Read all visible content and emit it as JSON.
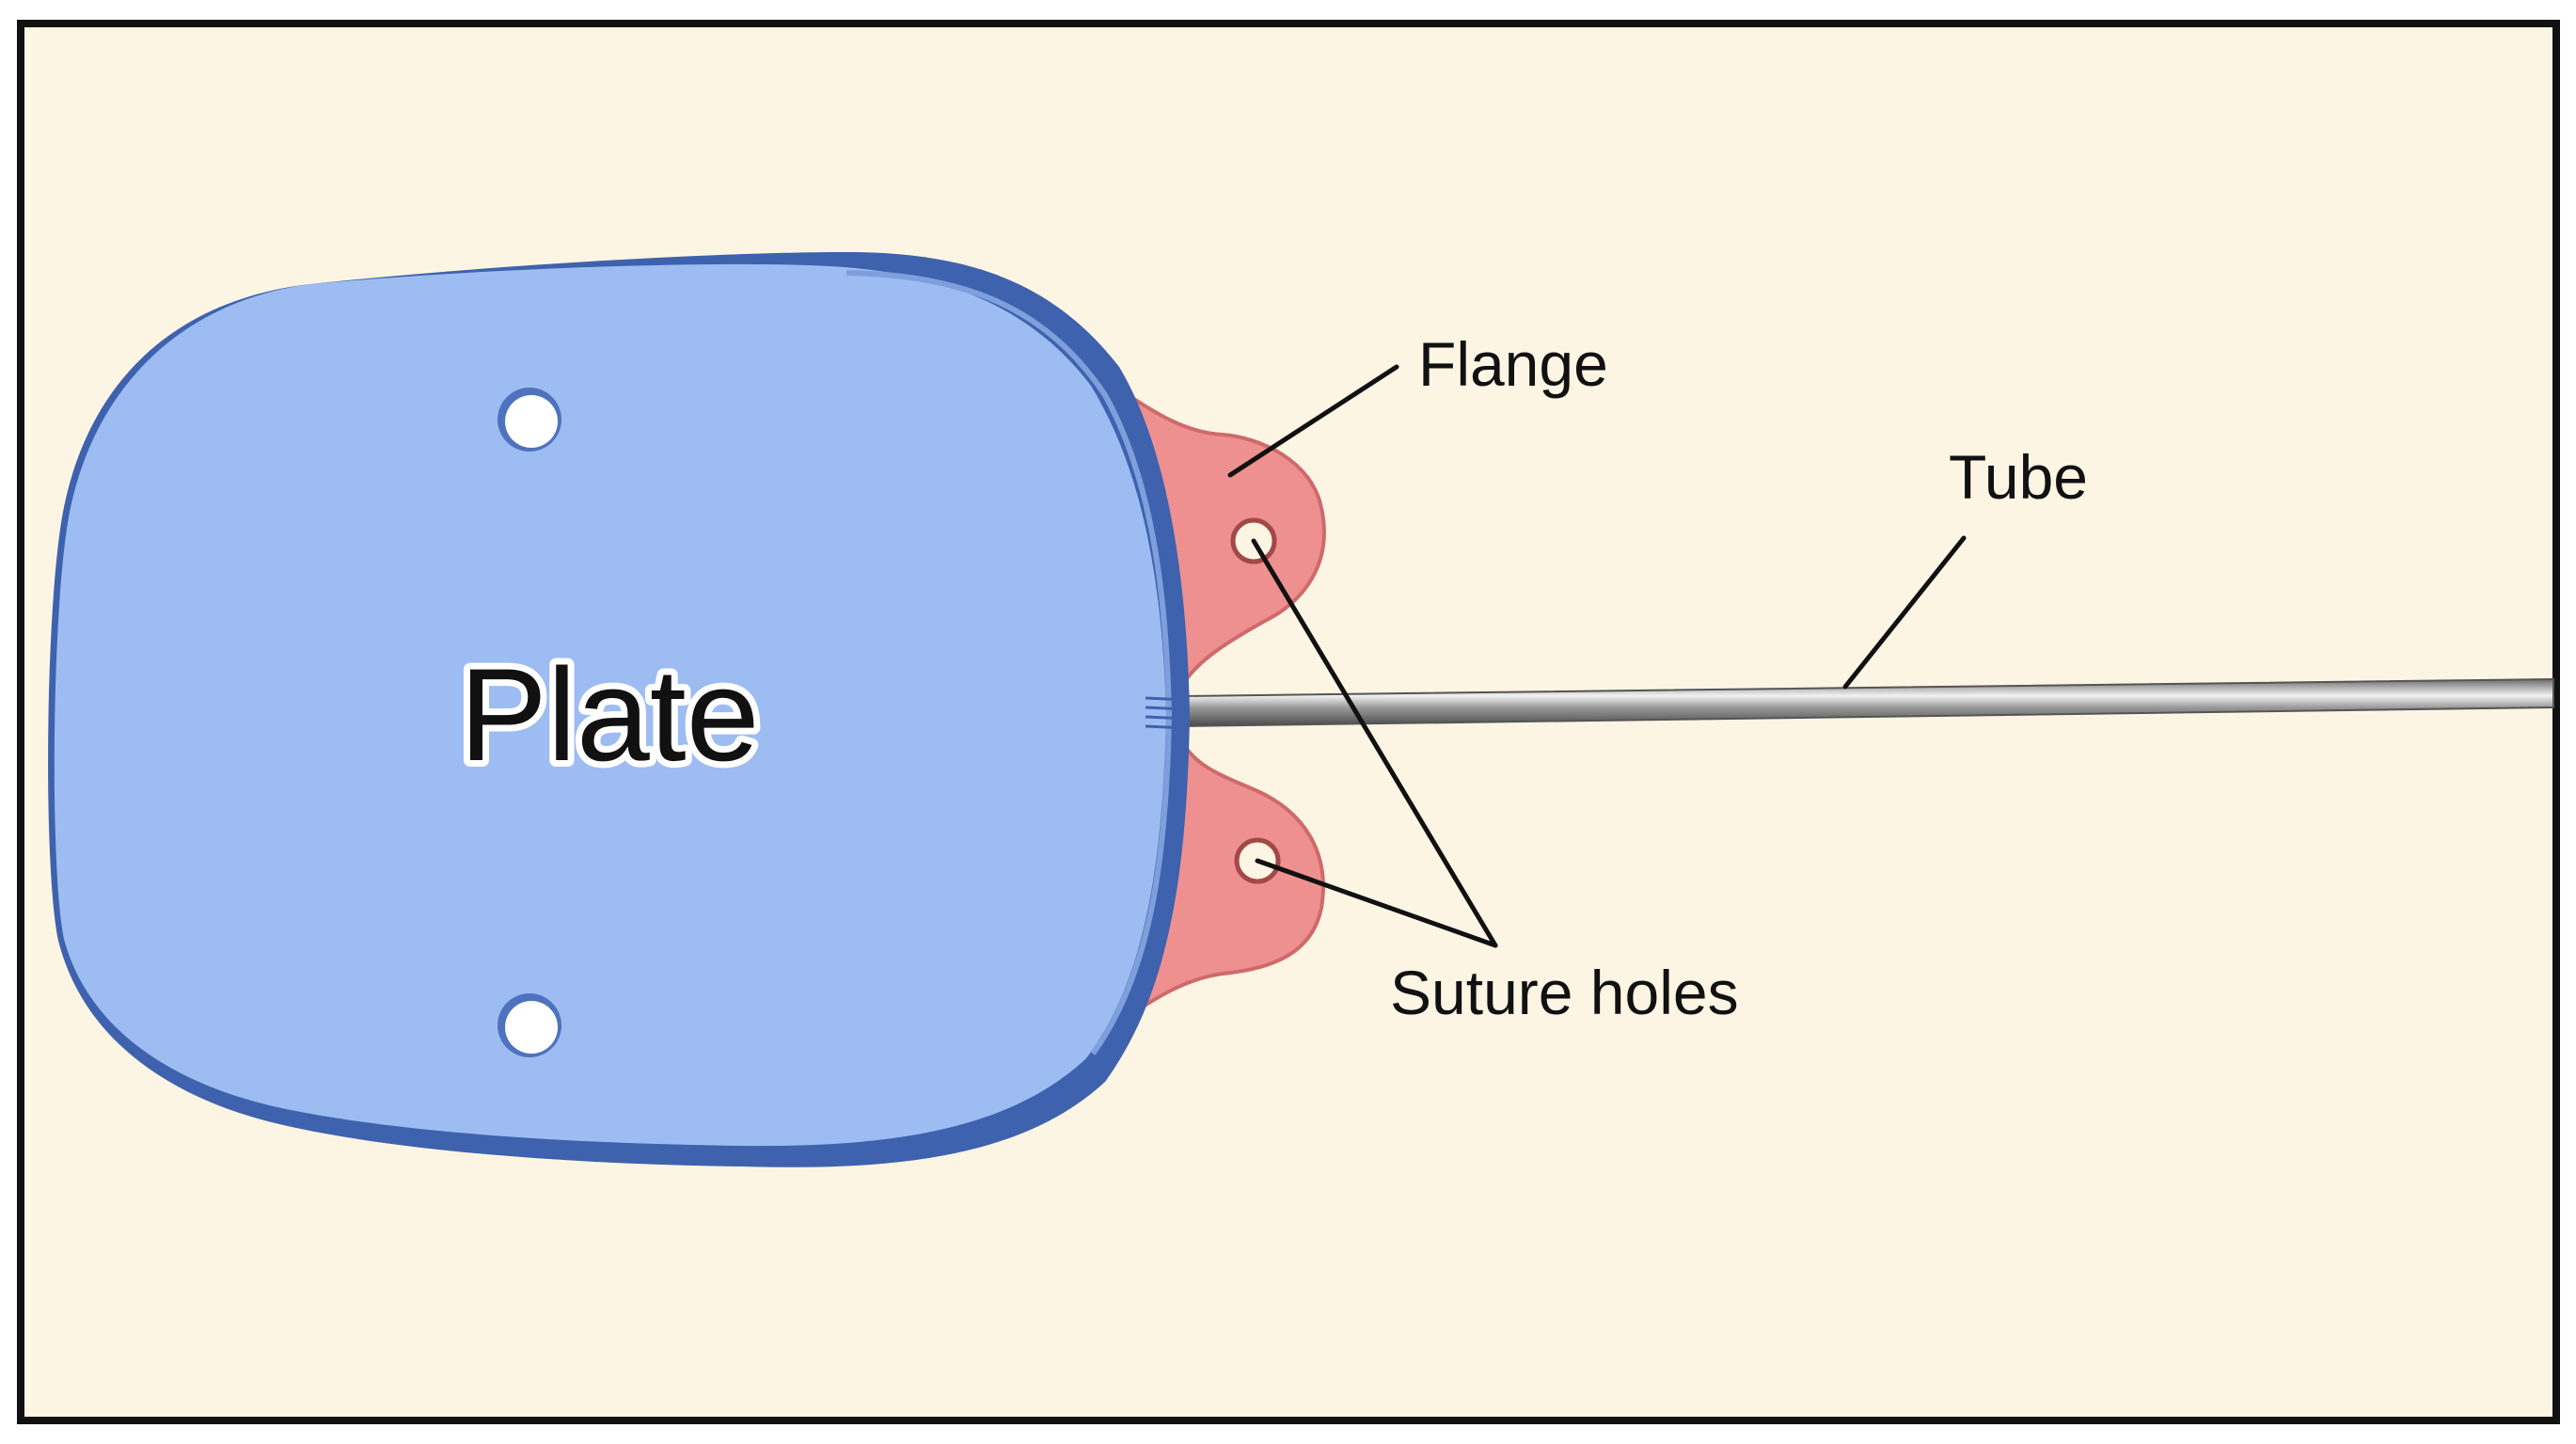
{
  "diagram": {
    "colors": {
      "background": "#fdf5e4",
      "border": "#111111",
      "plate_fill": "#9dbcf2",
      "plate_rim": "#3e62ad",
      "flange_fill": "#ef9090",
      "flange_edge": "#cf6a6a",
      "tube": "#8f8f8f",
      "leader": "#111111"
    },
    "labels": {
      "plate": "Plate",
      "flange": "Flange",
      "tube": "Tube",
      "suture_holes": "Suture holes"
    }
  }
}
